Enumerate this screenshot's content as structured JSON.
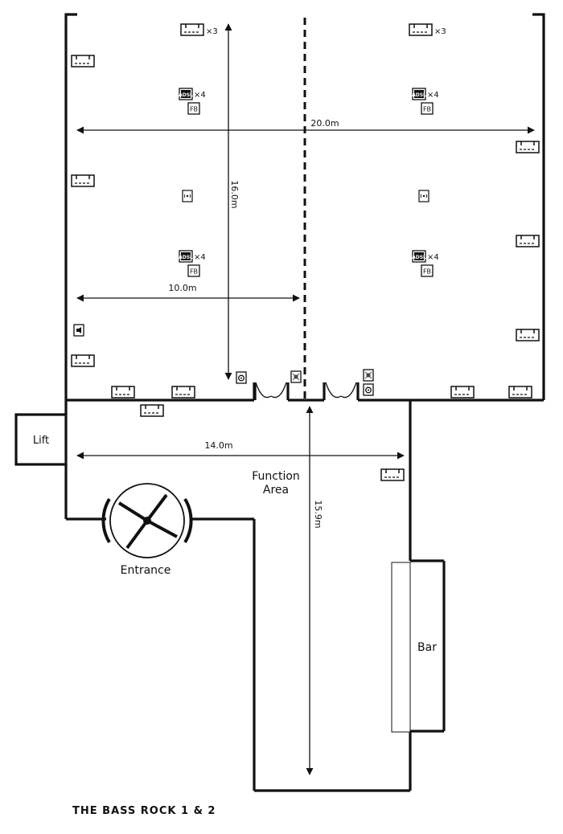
{
  "title": "THE BASS ROCK 1 & 2",
  "labels": {
    "lift": "Lift",
    "function_area_line1": "Function",
    "function_area_line2": "Area",
    "entrance": "Entrance",
    "bar": "Bar"
  },
  "dimensions": {
    "width_total": "20.0m",
    "height_room": "16.0m",
    "width_half": "10.0m",
    "width_function": "14.0m",
    "height_function": "15.9m"
  },
  "icon_text": {
    "multiplier_3": "×3",
    "multiplier_4": "×4",
    "fb": "FB",
    "adsl": "ADSL"
  }
}
